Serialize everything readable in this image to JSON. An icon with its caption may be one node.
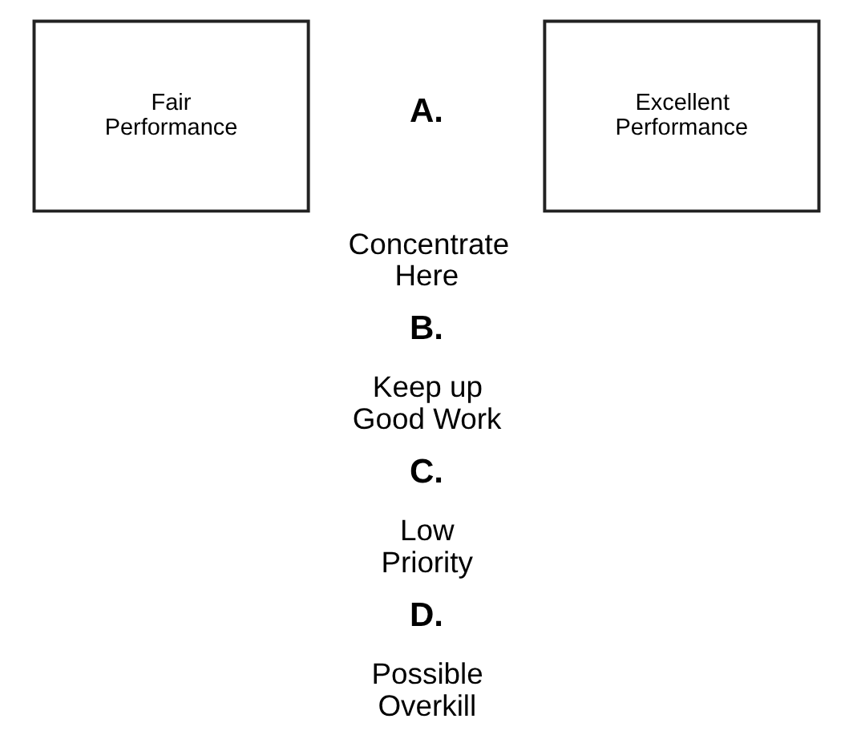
{
  "diagram": {
    "nodes": [
      {
        "text": [
          "Fair Performance"
        ]
      },
      {
        "text": [
          "Excellent Performance"
        ]
      }
    ],
    "labels": [
      "A.",
      "Concentrate Here",
      "B.",
      "Keep up Good Work",
      "C.",
      "Low Priority",
      "D.",
      "Possible Overkill"
    ]
  }
}
